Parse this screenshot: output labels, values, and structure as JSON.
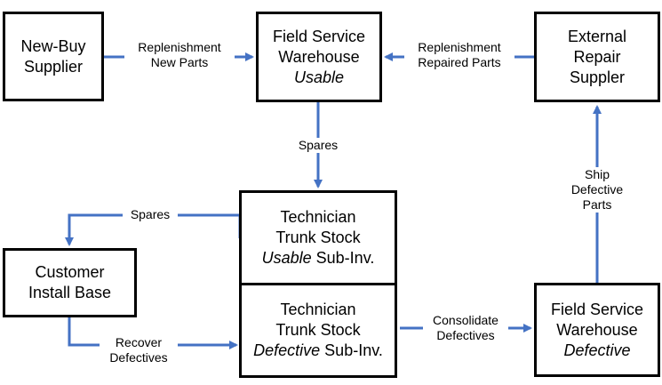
{
  "boxes": {
    "new_buy_supplier": {
      "line1": "New-Buy",
      "line2": "Supplier"
    },
    "fsw_usable": {
      "line1": "Field Service",
      "line2": "Warehouse",
      "line3": "Usable"
    },
    "external_repair": {
      "line1": "External",
      "line2": "Repair",
      "line3": "Suppler"
    },
    "trunk_usable": {
      "line1": "Technician",
      "line2": "Trunk Stock",
      "line3_italic": "Usable",
      "line3_rest": " Sub-Inv."
    },
    "trunk_defective": {
      "line1": "Technician",
      "line2": "Trunk Stock",
      "line3_italic": "Defective",
      "line3_rest": " Sub-Inv."
    },
    "customer_install_base": {
      "line1": "Customer",
      "line2": "Install Base"
    },
    "fsw_defective": {
      "line1": "Field Service",
      "line2": "Warehouse",
      "line3": "Defective"
    }
  },
  "labels": {
    "replenish_new": {
      "line1": "Replenishment",
      "line2": "New Parts"
    },
    "replenish_repaired": {
      "line1": "Replenishment",
      "line2": "Repaired Parts"
    },
    "spares_down": "Spares",
    "spares_left": "Spares",
    "ship_defective": {
      "line1": "Ship",
      "line2": "Defective",
      "line3": "Parts"
    },
    "recover_defectives": {
      "line1": "Recover",
      "line2": "Defectives"
    },
    "consolidate_defectives": {
      "line1": "Consolidate",
      "line2": "Defectives"
    }
  },
  "colors": {
    "arrow": "#4472c4",
    "border": "#000000"
  }
}
